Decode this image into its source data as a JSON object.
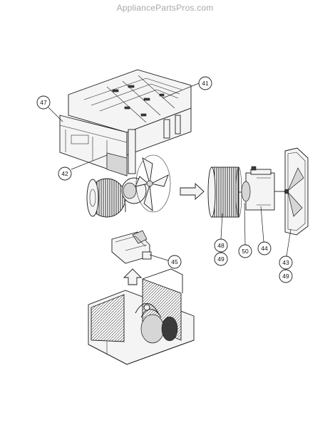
{
  "watermark": "AppliancePartsPros.com",
  "callouts": [
    {
      "id": "p41",
      "label": "41"
    },
    {
      "id": "p47",
      "label": "47"
    },
    {
      "id": "p42",
      "label": "42"
    },
    {
      "id": "p48",
      "label": "48"
    },
    {
      "id": "p49a",
      "label": "49"
    },
    {
      "id": "p50",
      "label": "50"
    },
    {
      "id": "p44",
      "label": "44"
    },
    {
      "id": "p43",
      "label": "43"
    },
    {
      "id": "p49b",
      "label": "49"
    },
    {
      "id": "p45",
      "label": "45"
    }
  ]
}
